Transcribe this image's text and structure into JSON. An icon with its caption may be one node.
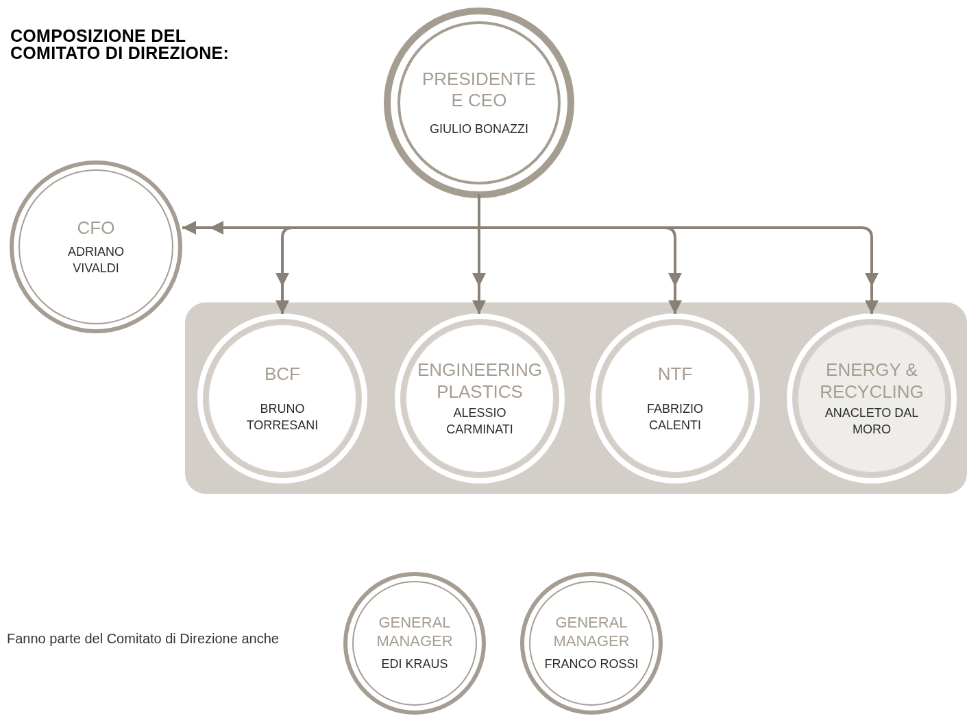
{
  "diagram": {
    "title": "COMPOSIZIONE DEL COMITATO DI DIREZIONE:",
    "nodes": [
      {
        "text": [
          "PRESIDENTE E CEO",
          "GIULIO BONAZZI"
        ]
      },
      {
        "text": [
          "CFO",
          "ADRIANO VIVALDI"
        ]
      },
      {
        "text": [],
        "shape": "box"
      },
      {
        "text": [
          "BCF",
          "BRUNO TORRESANI"
        ],
        "in": 2
      },
      {
        "text": [
          "ENGINEERING PLASTICS",
          "ALESSIO CARMINATI"
        ],
        "in": 2
      },
      {
        "text": [
          "NTF",
          "FABRIZIO CALENTI"
        ],
        "in": 2
      },
      {
        "text": [
          "ENERGY & RECYCLING",
          "ANACLETO DAL MORO"
        ],
        "in": 2
      },
      {
        "text": [
          "GENERAL MANAGER",
          "EDI KRAUS"
        ]
      },
      {
        "text": [
          "GENERAL MANAGER",
          "FRANCO ROSSI"
        ]
      }
    ],
    "edges": [
      {
        "from": 0,
        "to": 1,
        "arrow": "to"
      },
      {
        "from": 0,
        "to": 3,
        "arrow": "to"
      },
      {
        "from": 0,
        "to": 4,
        "arrow": "to"
      },
      {
        "from": 0,
        "to": 5,
        "arrow": "to"
      },
      {
        "from": 0,
        "to": 6,
        "arrow": "to"
      }
    ],
    "labels": [
      "Fanno parte del Comitato di Direzione anche"
    ]
  }
}
